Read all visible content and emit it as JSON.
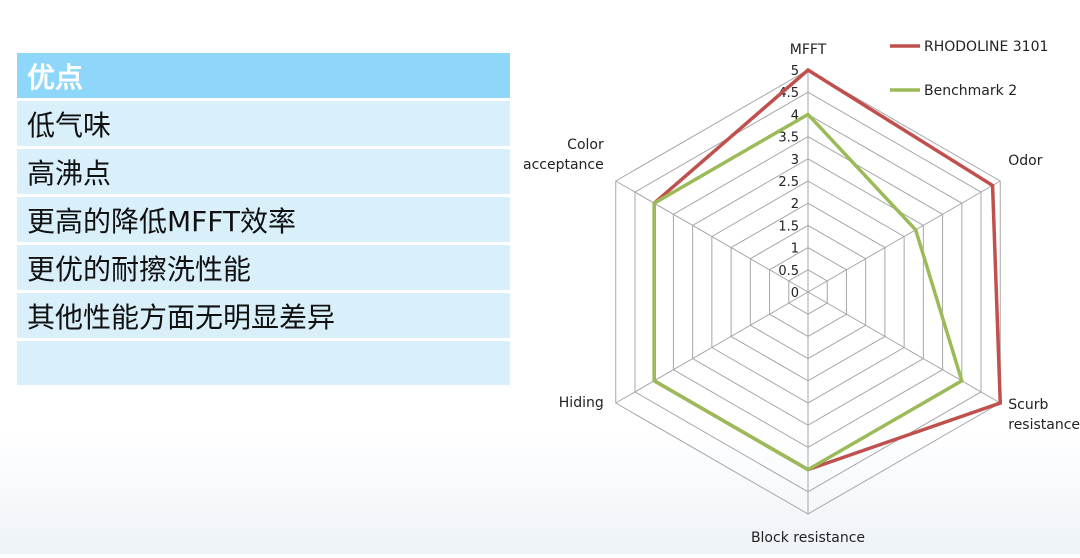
{
  "advantages": {
    "header": "优点",
    "items": [
      "低气味",
      "高沸点",
      "更高的降低MFFT效率",
      "更优的耐擦洗性能",
      "其他性能方面无明显差异",
      ""
    ]
  },
  "chart_data": {
    "type": "radar",
    "axes": [
      "MFFT",
      "Odor",
      "Scurb resistance",
      "Block resistance",
      "Hiding",
      "Color acceptance"
    ],
    "axis_labels": {
      "MFFT": [
        "MFFT"
      ],
      "Odor": [
        "Odor"
      ],
      "Scurb resistance": [
        "Scurb",
        "resistance"
      ],
      "Block resistance": [
        "Block resistance"
      ],
      "Hiding": [
        "Hiding"
      ],
      "Color acceptance": [
        "Color",
        "acceptance"
      ]
    },
    "r_range": [
      0,
      5
    ],
    "ticks": [
      "0",
      "0.5",
      "1",
      "1.5",
      "2",
      "2.5",
      "3",
      "3.5",
      "4",
      "4.5",
      "5"
    ],
    "legend_position": "top-right",
    "series": [
      {
        "name": "RHODOLINE  3101",
        "color": "#c0504d",
        "values": [
          5,
          4.8,
          5,
          4,
          4,
          4
        ]
      },
      {
        "name": "Benchmark 2",
        "color": "#9bbb59",
        "values": [
          4,
          2.8,
          4,
          4,
          4,
          4
        ]
      }
    ]
  }
}
